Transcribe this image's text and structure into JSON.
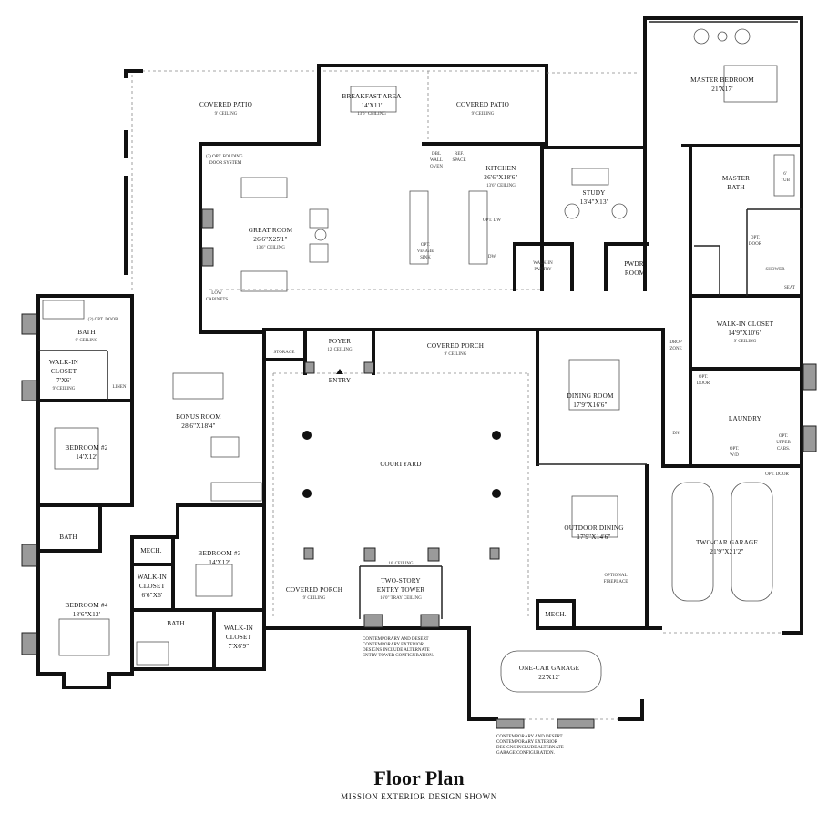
{
  "title": "Floor Plan",
  "subtitle": "MISSION EXTERIOR DESIGN SHOWN",
  "rooms": {
    "covered_patio_left": {
      "name": "COVERED PATIO",
      "sub": "9' CEILING"
    },
    "breakfast": {
      "name": "BREAKFAST AREA",
      "dim": "14'X11'",
      "sub": "13'6\" CEILING"
    },
    "covered_patio_right": {
      "name": "COVERED PATIO",
      "sub": "9' CEILING"
    },
    "master_bedroom": {
      "name": "MASTER BEDROOM",
      "dim": "21'X17'"
    },
    "master_bath": {
      "name": "MASTER",
      "name2": "BATH"
    },
    "great_room": {
      "name": "GREAT ROOM",
      "dim": "26'6\"X25'1\"",
      "sub": "13'6\" CEILING"
    },
    "kitchen": {
      "name": "KITCHEN",
      "dim": "26'6\"X18'6\"",
      "sub": "13'6\" CEILING"
    },
    "study": {
      "name": "STUDY",
      "dim": "13'4\"X13'"
    },
    "walk_in_pantry": {
      "name": "WALK-IN",
      "name2": "PANTRY"
    },
    "powder": {
      "name": "PWDR.",
      "name2": "ROOM"
    },
    "walk_in_closet_master": {
      "name": "WALK-IN CLOSET",
      "dim": "14'9\"X10'6\"",
      "sub": "9' CEILING"
    },
    "bath_top_left": {
      "name": "BATH",
      "sub": "9' CEILING"
    },
    "walk_in_closet_left": {
      "name": "WALK-IN",
      "name2": "CLOSET",
      "dim": "7'X6'",
      "sub": "9' CEILING"
    },
    "linen": {
      "name": "LINEN"
    },
    "storage": {
      "name": "STORAGE"
    },
    "foyer": {
      "name": "FOYER",
      "sub": "12' CEILING"
    },
    "entry": {
      "name": "ENTRY"
    },
    "covered_porch_top": {
      "name": "COVERED PORCH",
      "sub": "9' CEILING"
    },
    "bonus_room": {
      "name": "BONUS ROOM",
      "dim": "28'6\"X18'4\""
    },
    "dining_room": {
      "name": "DINING ROOM",
      "dim": "17'9\"X16'6\""
    },
    "laundry": {
      "name": "LAUNDRY"
    },
    "courtyard": {
      "name": "COURTYARD"
    },
    "bedroom2": {
      "name": "BEDROOM #2",
      "dim": "14'X12'"
    },
    "outdoor_dining": {
      "name": "OUTDOOR DINING",
      "dim": "17'9\"X14'6\""
    },
    "two_car_garage": {
      "name": "TWO-CAR GARAGE",
      "dim": "21'9\"X21'2\""
    },
    "bath_mid_left": {
      "name": "BATH"
    },
    "mech_left": {
      "name": "MECH."
    },
    "bedroom3": {
      "name": "BEDROOM #3",
      "dim": "14'X12'"
    },
    "bedroom4": {
      "name": "BEDROOM #4",
      "dim": "18'6\"X12'"
    },
    "walk_in_closet_b4": {
      "name": "WALK-IN",
      "name2": "CLOSET",
      "dim": "6'6\"X6'"
    },
    "bath_bottom": {
      "name": "BATH"
    },
    "walk_in_closet_b3": {
      "name": "WALK-IN",
      "name2": "CLOSET",
      "dim": "7'X6'9\""
    },
    "covered_porch_bottom": {
      "name": "COVERED PORCH",
      "sub": "9' CEILING"
    },
    "entry_tower": {
      "name": "TWO-STORY",
      "name2": "ENTRY TOWER",
      "sub": "16'0\" TRAY CEILING",
      "top": "16' CEILING"
    },
    "mech_right": {
      "name": "MECH."
    },
    "one_car_garage": {
      "name": "ONE-CAR GARAGE",
      "dim": "22'X12'"
    }
  },
  "notes": {
    "folding_door": [
      "(2) OPT. FOLDING",
      "DOOR SYSTEM"
    ],
    "low_cabinets": [
      "LOW",
      "CABINETS"
    ],
    "opt_veggie_sink": [
      "OPT.",
      "VEGGIE",
      "SINK"
    ],
    "dbl_wall_oven": [
      "DBL",
      "WALL",
      "OVEN"
    ],
    "ref_space": [
      "REF.",
      "SPACE"
    ],
    "opt_dw": "OPT. DW",
    "dw": "DW",
    "opt_door_bath": "(2) OPT. DOOR",
    "tub": [
      "6'",
      "TUB"
    ],
    "shower": "SHOWER",
    "seat": "SEAT",
    "opt_door_master": [
      "OPT.",
      "DOOR"
    ],
    "drop_zone": [
      "DROP",
      "ZONE"
    ],
    "opt_door_laundry": [
      "OPT.",
      "DOOR"
    ],
    "opt_upper_cabs": [
      "OPT.",
      "UPPER",
      "CABS."
    ],
    "opt_wd": [
      "OPT.",
      "W/D"
    ],
    "opt_door_garage": "OPT. DOOR",
    "dn": "DN",
    "optional_fireplace": [
      "OPTIONAL",
      "FIREPLACE"
    ],
    "tower_note": [
      "CONTEMPORARY AND DESERT",
      "CONTEMPORARY EXTERIOR",
      "DESIGNS INCLUDE ALTERNATE",
      "ENTRY TOWER CONFIGURATION."
    ],
    "garage_note": [
      "CONTEMPORARY AND DESERT",
      "CONTEMPORARY EXTERIOR",
      "DESIGNS INCLUDE ALTERNATE",
      "GARAGE CONFIGURATION."
    ]
  }
}
